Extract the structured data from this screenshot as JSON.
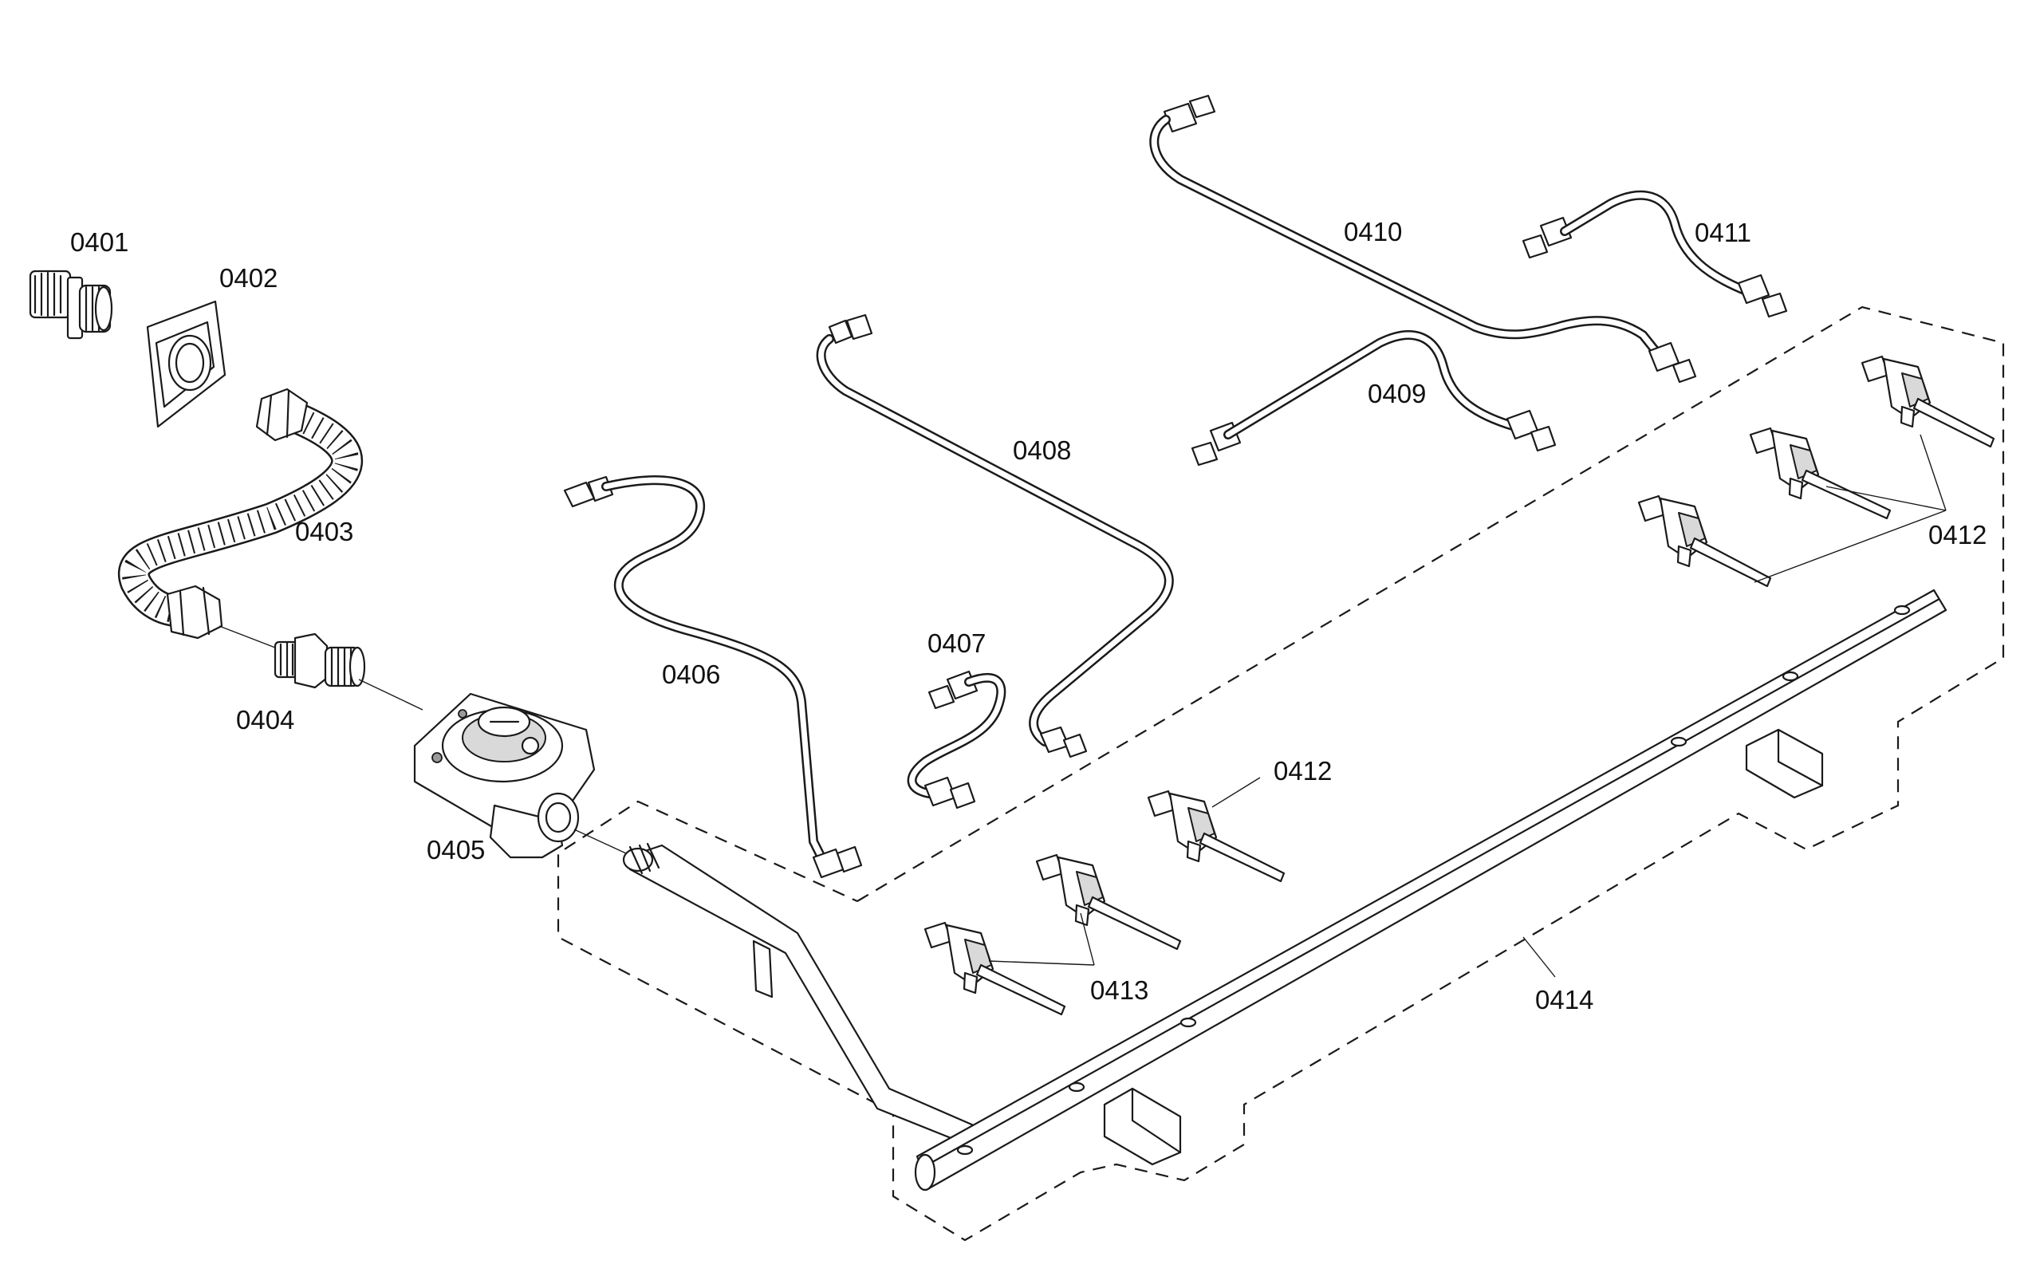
{
  "callouts": {
    "p0401": "0401",
    "p0402": "0402",
    "p0403": "0403",
    "p0404": "0404",
    "p0405": "0405",
    "p0406": "0406",
    "p0407": "0407",
    "p0408": "0408",
    "p0409": "0409",
    "p0410": "0410",
    "p0411": "0411",
    "p0412_upper": "0412",
    "p0412_lower": "0412",
    "p0413": "0413",
    "p0414": "0414"
  }
}
